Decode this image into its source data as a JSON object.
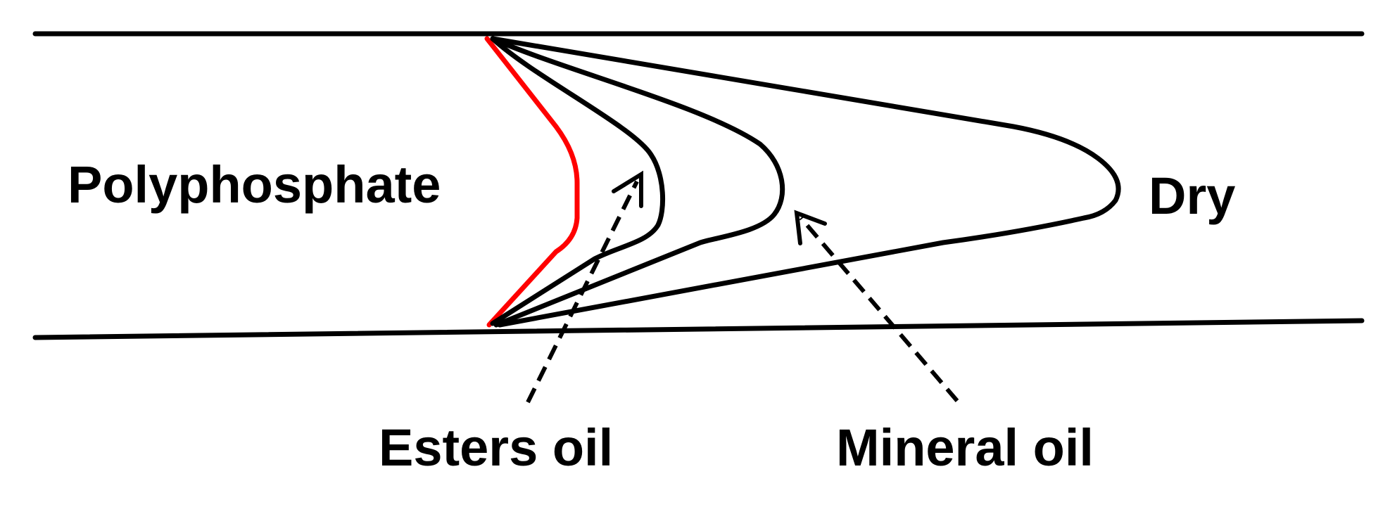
{
  "labels": {
    "left": "Polyphosphate",
    "right": "Dry",
    "bottom_left": "Esters oil",
    "bottom_right": "Mineral oil"
  },
  "colors": {
    "ink": "#000000",
    "polyphosphate_profile": "#ff0000",
    "background": "#ffffff"
  }
}
